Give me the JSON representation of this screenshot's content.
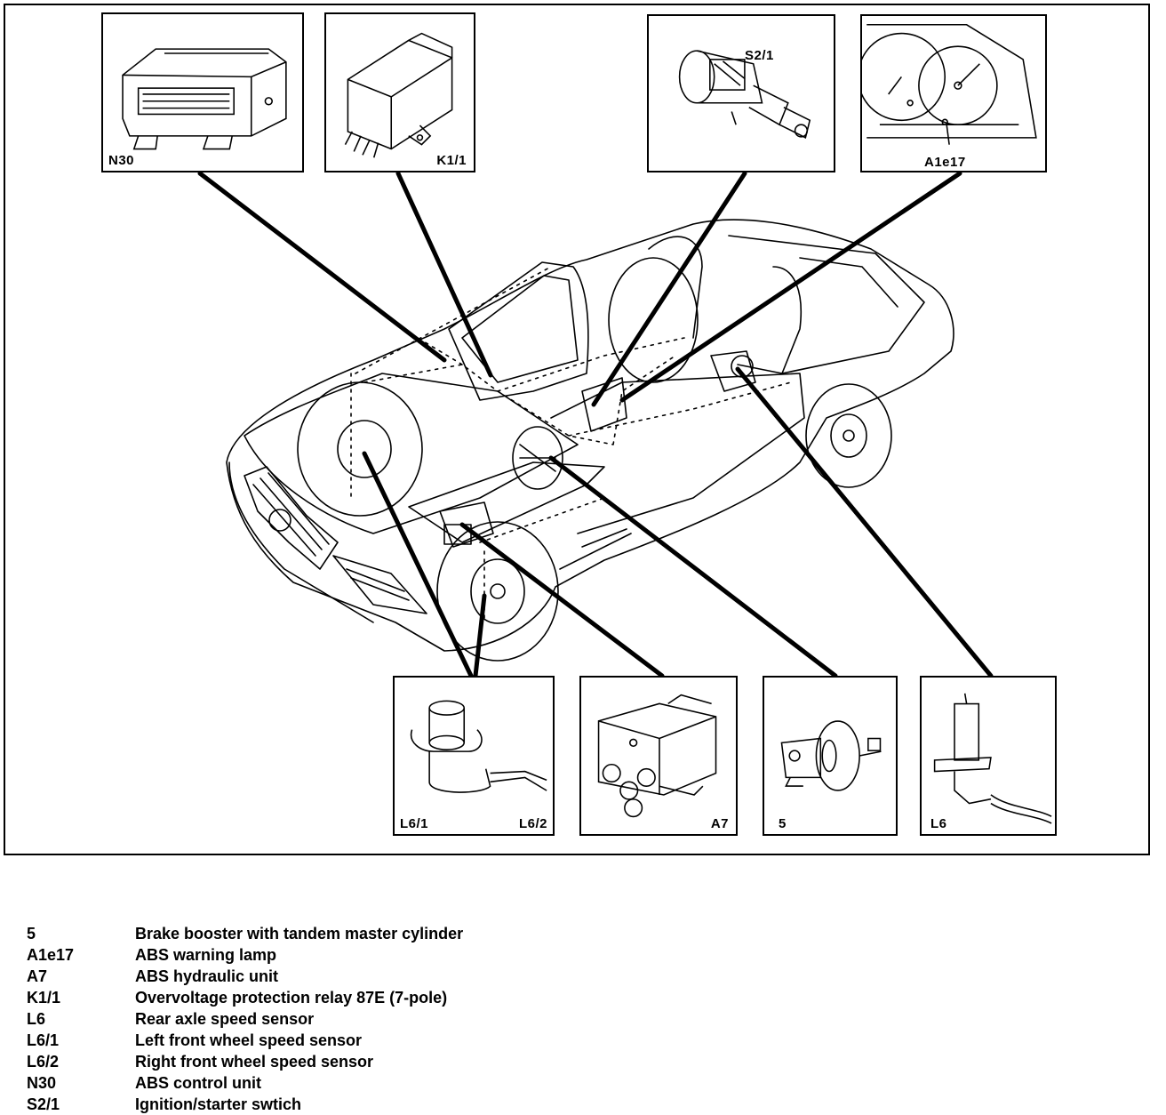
{
  "callouts": {
    "n30": "N30",
    "k1_1": "K1/1",
    "s2_1": "S2/1",
    "a1e17": "A1e17",
    "l6_1": "L6/1",
    "l6_2": "L6/2",
    "a7": "A7",
    "five": "5",
    "l6": "L6"
  },
  "legend": [
    {
      "code": "5",
      "desc": "Brake booster with tandem master cylinder"
    },
    {
      "code": "A1e17",
      "desc": "ABS warning lamp"
    },
    {
      "code": "A7",
      "desc": "ABS hydraulic unit"
    },
    {
      "code": "K1/1",
      "desc": "Overvoltage protection relay 87E (7-pole)"
    },
    {
      "code": "L6",
      "desc": "Rear axle speed sensor"
    },
    {
      "code": "L6/1",
      "desc": "Left front wheel speed sensor"
    },
    {
      "code": "L6/2",
      "desc": "Right front wheel speed sensor"
    },
    {
      "code": "N30",
      "desc": "ABS control unit"
    },
    {
      "code": "S2/1",
      "desc": "Ignition/starter swtich"
    }
  ]
}
